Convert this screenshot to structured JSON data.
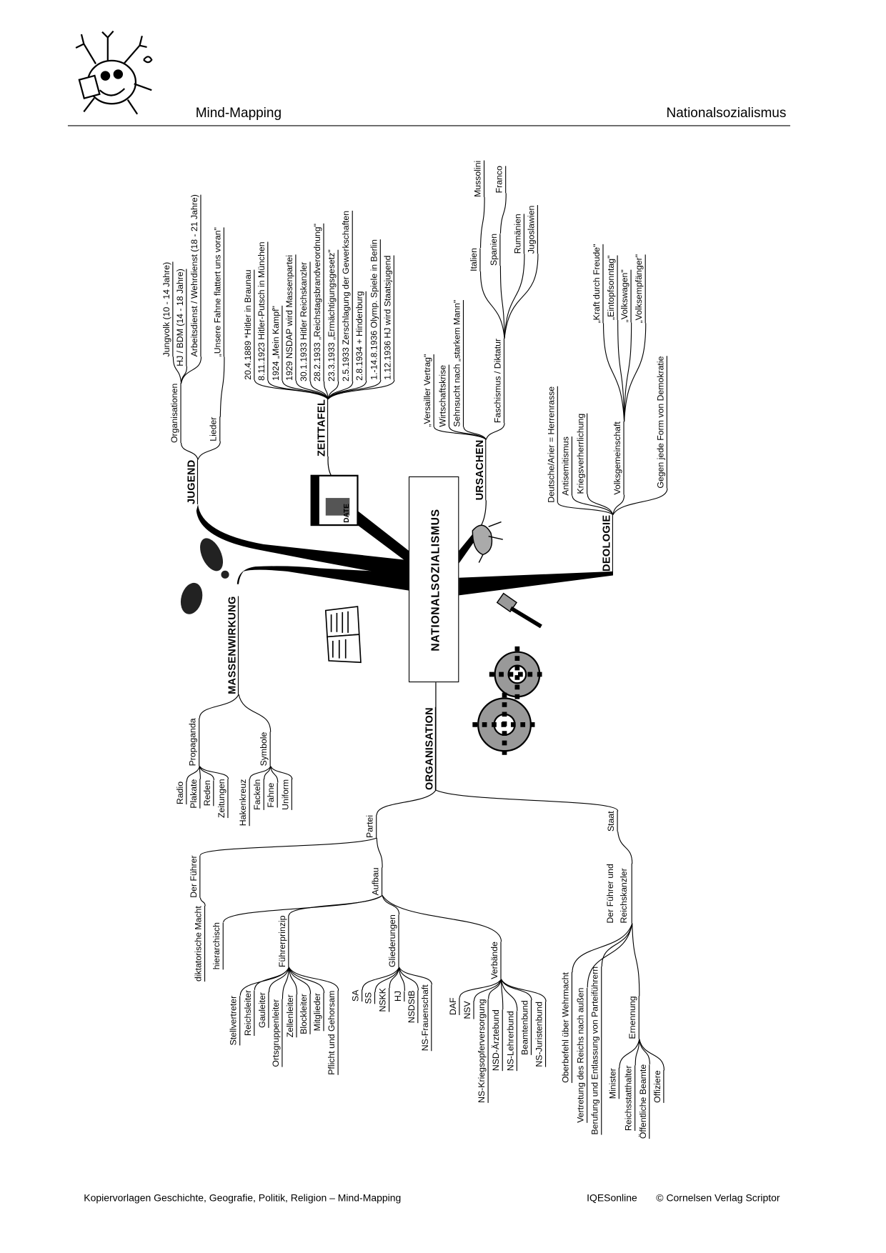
{
  "header": {
    "left_title": "Mind-Mapping",
    "right_title": "Nationalsozialismus"
  },
  "center": "NATIONALSOZIALISMUS",
  "calendar_label": "DATE",
  "jugend": {
    "title": "JUGEND",
    "organisationen": {
      "label": "Organisationen",
      "items": [
        "Jungvolk (10 - 14 Jahre)",
        "HJ / BDM (14 - 18 Jahre)",
        "Arbeitsdienst / Wehrdienst (18 - 21 Jahre)"
      ]
    },
    "lieder": {
      "label": "Lieder",
      "items": [
        "„Unsere Fahne flattert uns voran\""
      ]
    }
  },
  "zeittafel": {
    "title": "ZEITTAFEL",
    "items": [
      "20.4.1889 *Hitler in Braunau",
      "8.11.1923 Hitler-Putsch in München",
      "1924 „Mein Kampf\"",
      "1929 NSDAP wird Massenpartei",
      "30.1.1933 Hitler Reichskanzler",
      "28.2.1933 „Reichstagsbrandverordnung\"",
      "23.3.1933 „Ermächtigungsgesetz\"",
      "2.5.1933 Zerschlagung der Gewerkschaften",
      "2.8.1934 + Hindenburg",
      "1.-14.8.1936 Olymp. Spiele in Berlin",
      "1.12.1936 HJ wird Staatsjugend"
    ]
  },
  "ursachen": {
    "title": "URSACHEN",
    "items": [
      "„Versailler Vertrag\"",
      "Wirtschaftskrise",
      "Sehnsucht nach „starkem Mann\""
    ],
    "faschismus": {
      "label": "Faschismus / Diktatur",
      "countries": [
        "Italien",
        "Spanien",
        "Rumänien",
        "Jugoslawien"
      ],
      "leaders": [
        "Mussolini",
        "Franco"
      ]
    }
  },
  "ideologie": {
    "title": "IDEOLOGIE",
    "items": [
      "Deutsche/Arier = Herrenrasse",
      "Antisemitismus",
      "Kriegsverherrlichung"
    ],
    "volksgemeinschaft": {
      "label": "Volksgemeinschaft",
      "items": [
        "„Kraft durch Freude\"",
        "„Eintopfsonntag\"",
        "„Volkswagen\"",
        "„Volksempfänger\""
      ]
    },
    "demokratie": "Gegen jede Form von Demokratie"
  },
  "massenwirkung": {
    "title": "MASSENWIRKUNG",
    "propaganda": {
      "label": "Propaganda",
      "items": [
        "Radio",
        "Plakate",
        "Reden",
        "Zeitungen"
      ]
    },
    "symbole": {
      "label": "Symbole",
      "items": [
        "Hakenkreuz",
        "Fackeln",
        "Fahne",
        "Uniform"
      ]
    }
  },
  "organisation": {
    "title": "ORGANISATION",
    "partei": {
      "label": "Partei",
      "fuehrer": {
        "label": "Der Führer",
        "item": "diktatorische Macht"
      },
      "aufbau": {
        "label": "Aufbau",
        "hierarchisch": "hierarchisch",
        "fuehrerprinzip": {
          "label": "Führerprinzip",
          "items": [
            "Stellvertreter",
            "Reichsleiter",
            "Gauleiter",
            "Ortsgruppenleiter",
            "Zellenleiter",
            "Blockleiter",
            "Mitglieder",
            "Pflicht und Gehorsam"
          ]
        },
        "gliederungen": {
          "label": "Gliederungen",
          "items": [
            "SA",
            "SS",
            "NSKK",
            "HJ",
            "NSDStB",
            "NS-Frauenschaft"
          ]
        },
        "verbaende": {
          "label": "Verbände",
          "items": [
            "DAF",
            "NSV",
            "NS-Kriegsopferversorgung",
            "NSD-Ärztebund",
            "NS-Lehrerbund",
            "Beamtenbund",
            "NS-Juristenbund"
          ]
        }
      }
    },
    "staat": {
      "label": "Staat",
      "fuehrer_line1": "Der Führer und",
      "fuehrer_line2": "Reichskanzler",
      "items": [
        "Oberbefehl über Wehrmacht",
        "Vertretung des Reichs nach außen",
        "Berufung und Entlassung von Parteiführern"
      ],
      "ernennung": {
        "label": "Ernennung",
        "items": [
          "Minister",
          "Reichsstatthalter",
          "Öffentliche Beamte",
          "Offiziere"
        ]
      }
    }
  },
  "footer": {
    "left": "Kopiervorlagen Geschichte, Geografie, Politik, Religion – Mind-Mapping",
    "center": "IQESonline",
    "right": "© Cornelsen Verlag Scriptor"
  }
}
